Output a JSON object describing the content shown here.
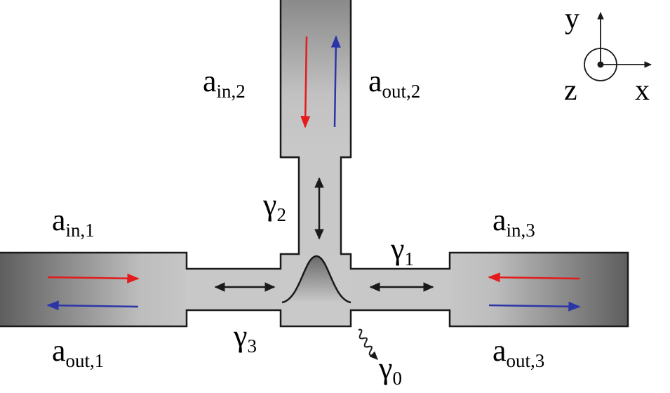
{
  "ports": {
    "port1": {
      "in": {
        "base": "a",
        "sub": "in,1"
      },
      "out": {
        "base": "a",
        "sub": "out,1"
      }
    },
    "port2": {
      "in": {
        "base": "a",
        "sub": "in,2"
      },
      "out": {
        "base": "a",
        "sub": "out,2"
      }
    },
    "port3": {
      "in": {
        "base": "a",
        "sub": "in,3"
      },
      "out": {
        "base": "a",
        "sub": "out,3"
      }
    }
  },
  "couplings": {
    "g0": {
      "base": "γ",
      "sub": "0"
    },
    "g1": {
      "base": "γ",
      "sub": "1"
    },
    "g2": {
      "base": "γ",
      "sub": "2"
    },
    "g3": {
      "base": "γ",
      "sub": "3"
    }
  },
  "axes": {
    "x": "x",
    "y": "y",
    "z": "z"
  },
  "colors": {
    "input_arrow": "#e41a1c",
    "output_arrow": "#2b35a8",
    "coupling_arrow": "#1a1a1a",
    "outline": "#1a1a1a"
  }
}
